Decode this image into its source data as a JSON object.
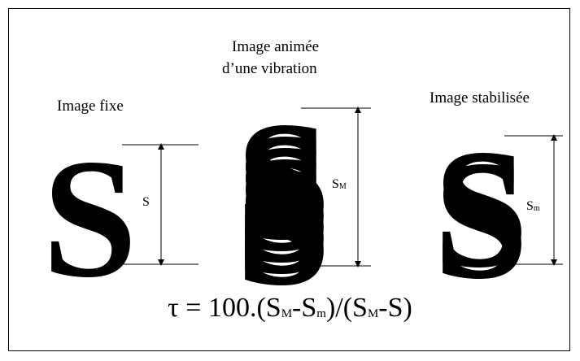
{
  "captions": {
    "fixed": "Image fixe",
    "animated_line1": "Image animée",
    "animated_line2": "d’une vibration",
    "stabilized": "Image stabilisée"
  },
  "letter": "S",
  "dimensions": {
    "fixed": {
      "main": "S",
      "sub": ""
    },
    "animated": {
      "main": "S",
      "sub": "M"
    },
    "stabilized": {
      "main": "S",
      "sub": "m"
    }
  },
  "formula": {
    "prefix": "τ = 100.(S",
    "sub1": "M",
    "mid1": "-S",
    "sub2": "m",
    "mid2": ")/(S",
    "sub3": "M",
    "suffix": "-S)"
  }
}
